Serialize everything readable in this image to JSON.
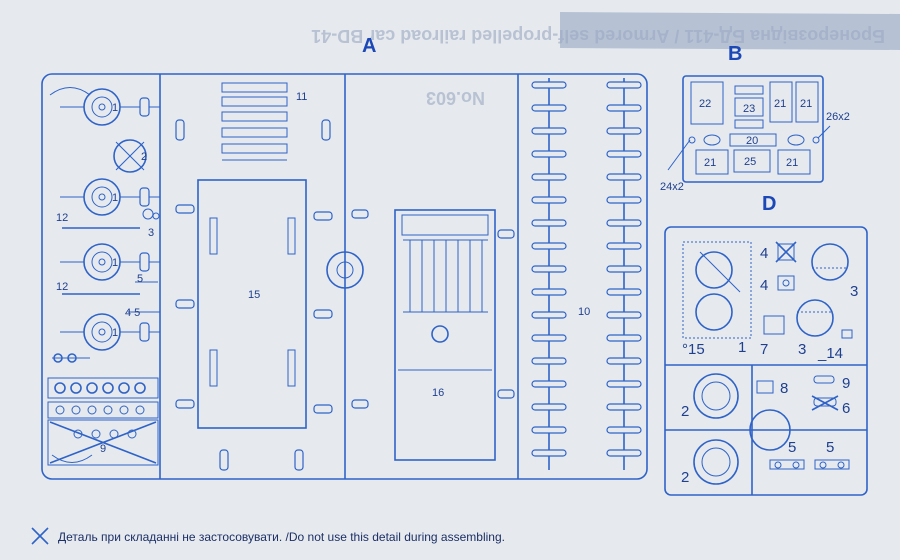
{
  "banner": {
    "title": "Бронерозвідна БД-411 / Armored self-propelled railroad car BD-41",
    "model_number": "No.603"
  },
  "sprues": {
    "A": {
      "letter": "A",
      "labels": {
        "wheel1a": "1",
        "wheel1b": "1",
        "wheel1c": "1",
        "wheel1d": "1",
        "gear2": "2",
        "p3": "3",
        "p4_5": "4 5",
        "p5": "5",
        "p12a": "12",
        "p12b": "12",
        "p9": "9",
        "p11": "11",
        "p15": "15",
        "p16": "16",
        "p10": "10"
      }
    },
    "B": {
      "letter": "B",
      "labels": {
        "p22": "22",
        "p23": "23",
        "p21a": "21",
        "p21b": "21",
        "p21c": "21",
        "p21d": "21",
        "p20": "20",
        "p25": "25",
        "qty_left": "24x2",
        "qty_right": "26x2"
      }
    },
    "D": {
      "letter": "D",
      "labels": {
        "p4a": "4",
        "p4b": "4",
        "p3a": "3",
        "p3b": "3",
        "p15": "°15",
        "p1": "1",
        "p7": "7",
        "p14": "_14",
        "p2a": "2",
        "p2b": "2",
        "p8": "8",
        "p9": "9",
        "p6": "6",
        "p5a": "5",
        "p5b": "5"
      }
    }
  },
  "footer": {
    "icon": "cross-mark-icon",
    "text": "Деталь при складанні не застосовувати. /Do not use this detail during assembling."
  },
  "colors": {
    "line": "#2f63c8",
    "label": "#1f3f8f",
    "paper": "#e6eaee"
  }
}
